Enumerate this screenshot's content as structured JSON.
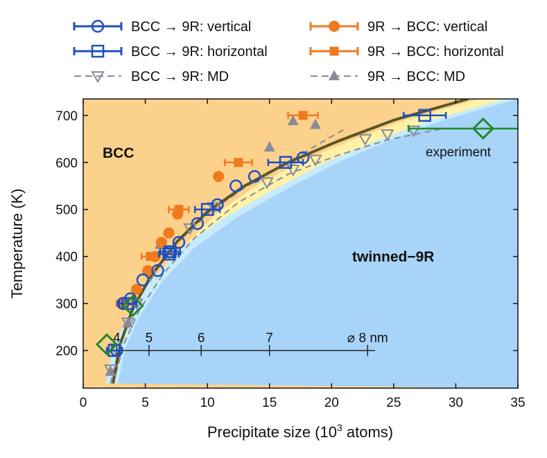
{
  "colors": {
    "bcc_region": "#fbd18c",
    "band_region": "#fff2a8",
    "light_blue_region": "#c6ecfc",
    "twinned_region": "#a8d4fa",
    "blue_series": "#1f4fbf",
    "orange_series": "#f07a1e",
    "md_series": "#8a8a96",
    "boundary_line": "#5b5526",
    "experiment": "#1e8a2a",
    "scale_bar": "#222222"
  },
  "legend": [
    {
      "label": "BCC → 9R: vertical",
      "color": "#1f4fbf",
      "marker": "open-circle",
      "dashed": false
    },
    {
      "label": "BCC → 9R: horizontal",
      "color": "#1f4fbf",
      "marker": "open-square",
      "dashed": false
    },
    {
      "label": "BCC → 9R: MD",
      "color": "#8a8a96",
      "marker": "open-triangle-down",
      "dashed": true
    },
    {
      "label": "9R → BCC: vertical",
      "color": "#f07a1e",
      "marker": "filled-circle",
      "dashed": false
    },
    {
      "label": "9R → BCC: horizontal",
      "color": "#f07a1e",
      "marker": "filled-square",
      "dashed": false
    },
    {
      "label": "9R → BCC: MD",
      "color": "#8a8a96",
      "marker": "filled-triangle-up",
      "dashed": true
    }
  ],
  "chart_data": {
    "type": "scatter",
    "xlabel_prefix": "Precipitate size (10",
    "xlabel_exp": "3",
    "xlabel_suffix": " atoms)",
    "ylabel": "Temperature (K)",
    "xlim": [
      0,
      35
    ],
    "ylim": [
      120,
      735
    ],
    "xticks": [
      0,
      5,
      10,
      15,
      20,
      25,
      30,
      35
    ],
    "yticks": [
      200,
      300,
      400,
      500,
      600,
      700
    ],
    "region_labels": {
      "bcc": "BCC",
      "twinned": "twinned−9R"
    },
    "series": [
      {
        "name": "BCC → 9R: vertical",
        "points": [
          [
            2.7,
            200
          ],
          [
            3.2,
            300
          ],
          [
            3.8,
            310
          ],
          [
            4.8,
            350
          ],
          [
            6.0,
            370
          ],
          [
            7.0,
            410
          ],
          [
            7.7,
            430
          ],
          [
            9.2,
            470
          ],
          [
            10.8,
            510
          ],
          [
            12.3,
            550
          ],
          [
            13.8,
            570
          ],
          [
            17.7,
            610
          ]
        ]
      },
      {
        "name": "BCC → 9R: horizontal",
        "points": [
          [
            2.5,
            200,
            0.6
          ],
          [
            3.6,
            300,
            0.7
          ],
          [
            6.9,
            405,
            0.8
          ],
          [
            7.0,
            410,
            0.8
          ],
          [
            10.0,
            500,
            1.0
          ],
          [
            16.3,
            600,
            1.4
          ],
          [
            27.5,
            700,
            1.7
          ]
        ]
      },
      {
        "name": "BCC → 9R: MD",
        "points": [
          [
            2.2,
            160
          ],
          [
            2.6,
            205
          ],
          [
            3.6,
            260
          ],
          [
            4.3,
            300
          ],
          [
            5.4,
            360
          ],
          [
            7.2,
            410
          ],
          [
            8.6,
            460
          ],
          [
            10.5,
            505
          ],
          [
            14.8,
            558
          ],
          [
            16.9,
            585
          ],
          [
            18.7,
            606
          ],
          [
            22.7,
            650
          ],
          [
            24.5,
            660
          ],
          [
            26.6,
            668
          ]
        ]
      },
      {
        "name": "9R → BCC: vertical",
        "points": [
          [
            4.3,
            330
          ],
          [
            5.2,
            370
          ],
          [
            5.8,
            400
          ],
          [
            6.3,
            430
          ],
          [
            6.9,
            450
          ],
          [
            7.6,
            490
          ],
          [
            10.9,
            570
          ]
        ]
      },
      {
        "name": "9R → BCC: horizontal",
        "points": [
          [
            3.3,
            300,
            0.6
          ],
          [
            5.4,
            400,
            0.7
          ],
          [
            7.7,
            500,
            0.8
          ],
          [
            12.5,
            600,
            1.1
          ],
          [
            17.7,
            700,
            1.2
          ]
        ]
      },
      {
        "name": "9R → BCC: MD",
        "points": [
          [
            2.2,
            155
          ],
          [
            3.6,
            258
          ],
          [
            6.2,
            425
          ],
          [
            15.0,
            632
          ],
          [
            16.9,
            688
          ],
          [
            18.7,
            680
          ]
        ]
      },
      {
        "name": "experiment",
        "points": [
          [
            1.9,
            213,
            0,
            0
          ],
          [
            4.0,
            295,
            0,
            0
          ],
          [
            32.2,
            672,
            6.0,
            0
          ]
        ]
      }
    ],
    "boundary_curve": [
      [
        2.4,
        130
      ],
      [
        3.0,
        215
      ],
      [
        4.0,
        290
      ],
      [
        5.5,
        360
      ],
      [
        7.5,
        430
      ],
      [
        10.0,
        495
      ],
      [
        13.0,
        550
      ],
      [
        16.5,
        600
      ],
      [
        20.5,
        645
      ],
      [
        25.0,
        690
      ],
      [
        31.0,
        735
      ]
    ],
    "twinned_boundary": [
      [
        2.8,
        130
      ],
      [
        3.4,
        205
      ],
      [
        4.5,
        270
      ],
      [
        6.3,
        345
      ],
      [
        9.0,
        420
      ],
      [
        12.5,
        485
      ],
      [
        16.5,
        545
      ],
      [
        20.5,
        600
      ],
      [
        24.5,
        645
      ],
      [
        29.0,
        690
      ],
      [
        35.0,
        735
      ]
    ],
    "md_fit_a": [
      [
        2.2,
        130
      ],
      [
        3.0,
        215
      ],
      [
        4.0,
        290
      ],
      [
        5.6,
        360
      ],
      [
        7.6,
        430
      ],
      [
        10.2,
        495
      ],
      [
        13.2,
        550
      ],
      [
        16.5,
        600
      ],
      [
        19.0,
        640
      ],
      [
        21.0,
        670
      ]
    ],
    "md_fit_b": [
      [
        2.4,
        130
      ],
      [
        3.3,
        215
      ],
      [
        4.5,
        285
      ],
      [
        6.5,
        365
      ],
      [
        9.0,
        440
      ],
      [
        12.5,
        515
      ],
      [
        16.5,
        575
      ],
      [
        20.5,
        615
      ],
      [
        24.5,
        648
      ],
      [
        29.0,
        672
      ]
    ],
    "diameter_scale": {
      "labels": [
        "4",
        "5",
        "6",
        "7",
        "⌀ 8 nm"
      ],
      "positions": [
        2.7,
        5.3,
        9.5,
        15.0,
        22.9
      ],
      "range": [
        2.0,
        23.5
      ],
      "y": 200
    },
    "annotations": {
      "experiment": "experiment"
    }
  }
}
